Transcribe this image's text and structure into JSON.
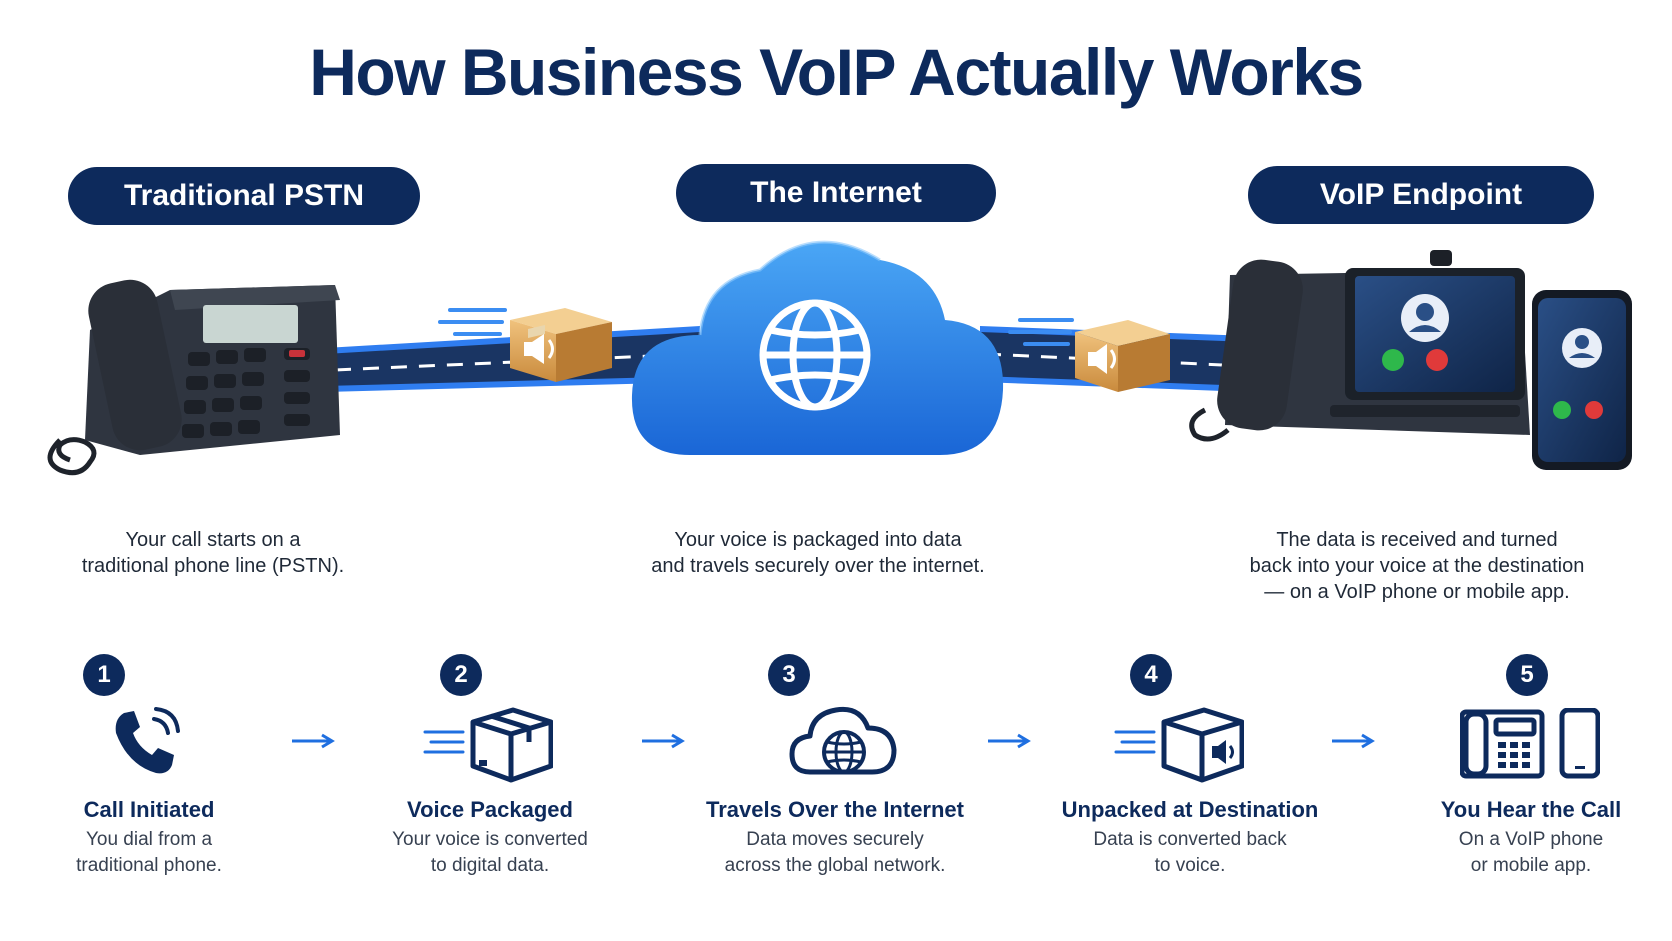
{
  "title": "How Business VoIP Actually Works",
  "sections": [
    {
      "label": "Traditional PSTN",
      "desc_lines": [
        "Your call starts on a",
        "traditional phone line (PSTN)."
      ]
    },
    {
      "label": "The Internet",
      "desc_lines": [
        "Your voice is packaged into data",
        "and travels securely over the internet."
      ]
    },
    {
      "label": "VoIP Endpoint",
      "desc_lines": [
        "The data is received and turned",
        "back into your voice at the destination",
        "— on a VoIP phone or mobile app."
      ]
    }
  ],
  "steps": [
    {
      "number": "1",
      "icon": "phone-call-icon",
      "title": "Call Initiated",
      "desc_lines": [
        "You dial from a",
        "traditional phone."
      ]
    },
    {
      "number": "2",
      "icon": "package-icon",
      "title": "Voice Packaged",
      "desc_lines": [
        "Your voice is converted",
        "to digital data."
      ]
    },
    {
      "number": "3",
      "icon": "cloud-globe-icon",
      "title": "Travels Over the Internet",
      "desc_lines": [
        "Data moves securely",
        "across the global network."
      ]
    },
    {
      "number": "4",
      "icon": "package-audio-icon",
      "title": "Unpacked at Destination",
      "desc_lines": [
        "Data is converted back",
        "to voice."
      ]
    },
    {
      "number": "5",
      "icon": "desk-phone-mobile-icon",
      "title": "You Hear the Call",
      "desc_lines": [
        "On a VoIP phone",
        "or mobile app."
      ]
    }
  ],
  "colors": {
    "navy": "#0d2a5c",
    "blue": "#1f6fe0",
    "cloud": "#2b86ea"
  }
}
